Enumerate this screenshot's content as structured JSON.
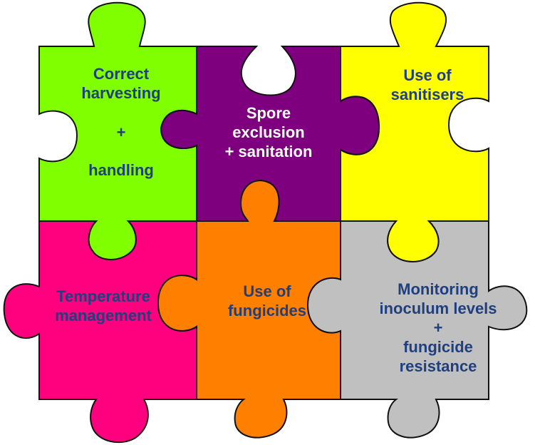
{
  "colors": {
    "green": "#7fff00",
    "purple": "#7f007f",
    "yellow": "#ffff00",
    "magenta": "#ff007f",
    "orange": "#ff8000",
    "grey": "#c0c0c0",
    "text_dark": "#1f3f7f",
    "text_light": "#ffffff"
  },
  "pieces": [
    {
      "id": "correct-harvesting",
      "color": "green",
      "lines": [
        "Correct",
        "harvesting",
        "+",
        "handling"
      ]
    },
    {
      "id": "spore-exclusion",
      "color": "purple",
      "lines": [
        "Spore",
        "exclusion",
        "+ sanitation"
      ]
    },
    {
      "id": "use-of-sanitisers",
      "color": "yellow",
      "lines": [
        "Use of",
        "sanitisers"
      ]
    },
    {
      "id": "temperature",
      "color": "magenta",
      "lines": [
        "Temperature",
        "management"
      ]
    },
    {
      "id": "use-of-fungicides",
      "color": "orange",
      "lines": [
        "Use of",
        "fungicides"
      ]
    },
    {
      "id": "monitoring",
      "color": "grey",
      "lines": [
        "Monitoring",
        "inoculum levels",
        "+",
        "fungicide",
        "resistance"
      ]
    }
  ]
}
